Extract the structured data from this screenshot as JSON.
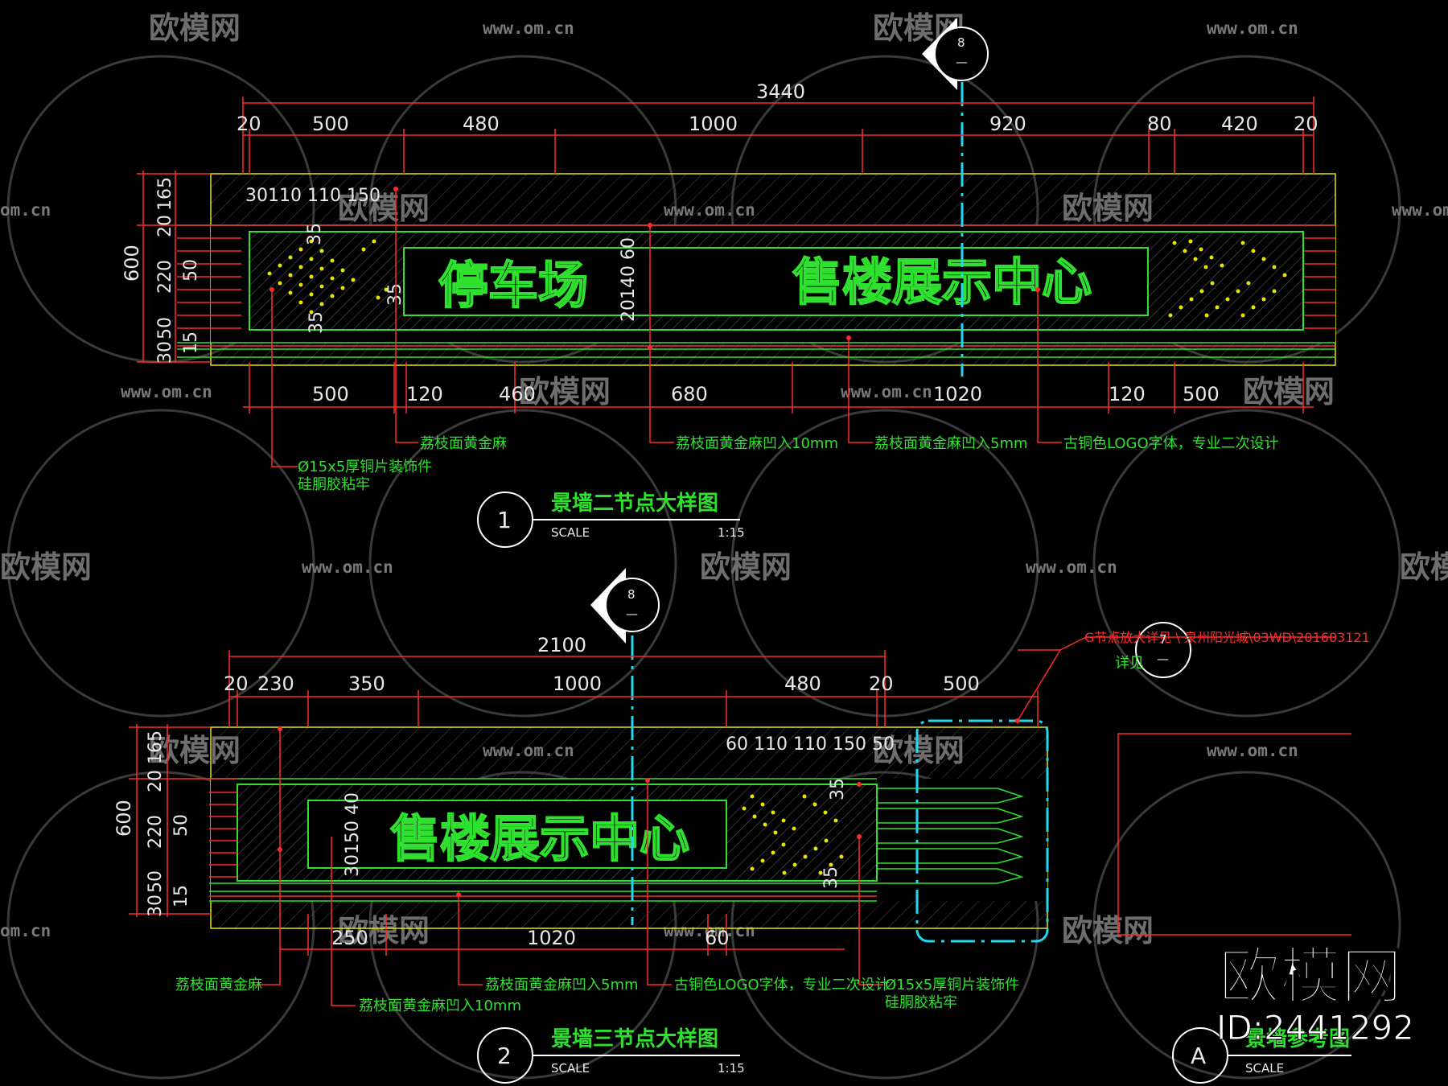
{
  "watermark": {
    "brand": "欧模网",
    "url": "www.om.cn",
    "url_short": "om.cn",
    "id": "ID:2441292"
  },
  "detail1": {
    "title": "景墙二节点大样图",
    "number": "1",
    "scale_label": "SCALE",
    "scale_value": "1:15",
    "text_left": "停车场",
    "text_right": "售楼展示中心",
    "section_marker": "8",
    "section_dash": "—",
    "dims_top": {
      "total": "3440",
      "d1": "20",
      "d2": "500",
      "d3": "480",
      "d4": "1000",
      "d5": "920",
      "d6": "80",
      "d7": "420",
      "d8": "20"
    },
    "dims_bottom": {
      "b1": "500",
      "b2": "120",
      "b3": "460",
      "b4": "680",
      "b5": "1020",
      "b6": "120",
      "b7": "500"
    },
    "dims_left": {
      "total": "600",
      "l1": "165",
      "l2": "20",
      "l3": "220",
      "l4": "50",
      "l5": "50",
      "l6": "15",
      "l7": "30",
      "l8": "50"
    },
    "dims_inner": "30110  110  150",
    "dims_inner_v": "20140 60",
    "dims_35a": "35",
    "dims_35b": "35",
    "dims_35c": "35",
    "notes": {
      "n1": "Ø15x5厚铜片装饰件",
      "n1b": "硅胴胶粘牢",
      "n2": "荔枝面黄金麻",
      "n3": "荔枝面黄金麻凹入10mm",
      "n4": "荔枝面黄金麻凹入5mm",
      "n5": "古铜色LOGO字体，专业二次设计"
    }
  },
  "detail2": {
    "title": "景墙三节点大样图",
    "number": "2",
    "scale_label": "SCALE",
    "scale_value": "1:15",
    "text": "售楼展示中心",
    "section_marker": "8",
    "section_dash": "—",
    "dims_top": {
      "total": "2100",
      "d1": "20",
      "d2": "230",
      "d3": "350",
      "d4": "1000",
      "d5": "480",
      "d6": "20",
      "d7": "500"
    },
    "dims_bottom": {
      "b1": "250",
      "b2": "1020",
      "b3": "60"
    },
    "dims_left": {
      "total": "600",
      "l1": "165",
      "l2": "20",
      "l3": "220",
      "l4": "50",
      "l5": "50",
      "l6": "15",
      "l7": "30",
      "l8": "50"
    },
    "dims_inner": "60 110  110  150 50",
    "dims_inner_v": "30150 40",
    "dims_35a": "35",
    "dims_35b": "35",
    "notes": {
      "n1": "荔枝面黄金麻",
      "n2": "荔枝面黄金麻凹入10mm",
      "n3": "荔枝面黄金麻凹入5mm",
      "n4": "古铜色LOGO字体，专业二次设计",
      "n5": "Ø15x5厚铜片装饰件",
      "n5b": "硅胴胶粘牢"
    },
    "ref_note": "G节点放大详见 \\ 泉州阳光城\\03WD\\201603121",
    "ref_note2": "详见",
    "ref_marker": "7",
    "ref_dash": "—"
  },
  "detail3": {
    "number": "A",
    "title": "景墙参考图",
    "scale_label": "SCALE"
  },
  "colors": {
    "green": "#2fe12f",
    "red": "#ff2a2a",
    "cyan": "#22d8f0",
    "yellow": "#e6e600",
    "white": "#e8e8e8",
    "hatch": "#5a5a5a"
  }
}
